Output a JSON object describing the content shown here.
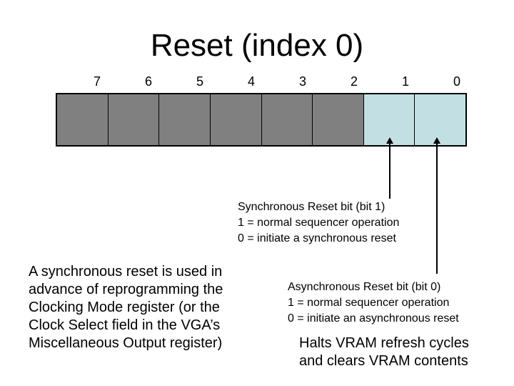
{
  "title": "Reset (index 0)",
  "colors": {
    "background": "#ffffff",
    "text": "#000000",
    "border": "#000000",
    "cell_gray": "#808080",
    "cell_cyan": "#c2e0e4"
  },
  "register": {
    "bit_labels": [
      "7",
      "6",
      "5",
      "4",
      "3",
      "2",
      "1",
      "0"
    ],
    "cells": [
      {
        "bit": "7",
        "variant": "gray"
      },
      {
        "bit": "6",
        "variant": "gray"
      },
      {
        "bit": "5",
        "variant": "gray"
      },
      {
        "bit": "4",
        "variant": "gray"
      },
      {
        "bit": "3",
        "variant": "gray"
      },
      {
        "bit": "2",
        "variant": "gray"
      },
      {
        "bit": "1",
        "variant": "cyan"
      },
      {
        "bit": "0",
        "variant": "cyan"
      }
    ]
  },
  "annotations": {
    "sync_note": {
      "lines": [
        "Synchronous Reset bit (bit 1)",
        "1 = normal sequencer operation",
        "0 = initiate a synchronous reset"
      ]
    },
    "async_note": {
      "lines": [
        "Asynchronous Reset bit (bit 0)",
        "1 = normal sequencer operation",
        "0 = initiate an asynchronous reset"
      ]
    },
    "left_paragraph": {
      "lines": [
        "A synchronous reset is used in",
        "advance of reprogramming the",
        "Clocking Mode register (or the",
        "Clock Select field in the VGA’s",
        "Miscellaneous Output register)"
      ]
    },
    "halts_note": {
      "lines": [
        "Halts VRAM refresh cycles",
        "and clears VRAM contents"
      ]
    }
  }
}
